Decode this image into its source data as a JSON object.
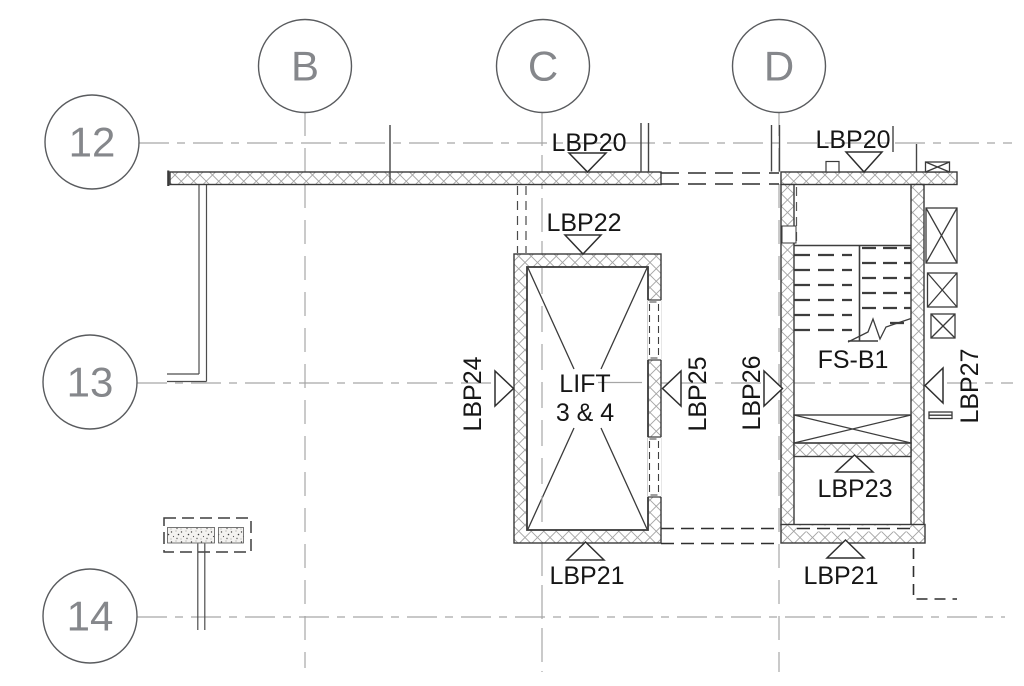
{
  "grid": {
    "columns": [
      {
        "label": "B"
      },
      {
        "label": "C"
      },
      {
        "label": "D"
      }
    ],
    "rows": [
      {
        "label": "12"
      },
      {
        "label": "13"
      },
      {
        "label": "14"
      }
    ]
  },
  "rooms": {
    "lift": {
      "label_line1": "LIFT",
      "label_line2": "3 & 4"
    },
    "stair": {
      "label": "FS-B1"
    }
  },
  "markers": {
    "lbp20_c": {
      "label": "LBP20",
      "direction": "down"
    },
    "lbp20_d": {
      "label": "LBP20",
      "direction": "down"
    },
    "lbp22": {
      "label": "LBP22",
      "direction": "down"
    },
    "lbp24": {
      "label": "LBP24",
      "direction": "right"
    },
    "lbp25": {
      "label": "LBP25",
      "direction": "left"
    },
    "lbp26": {
      "label": "LBP26",
      "direction": "right"
    },
    "lbp27": {
      "label": "LBP27",
      "direction": "left"
    },
    "lbp23": {
      "label": "LBP23",
      "direction": "up"
    },
    "lbp21_c": {
      "label": "LBP21",
      "direction": "up"
    },
    "lbp21_d": {
      "label": "LBP21",
      "direction": "up"
    }
  },
  "colors": {
    "background": "#ffffff",
    "grid_line": "#a6a6a6",
    "bubble_stroke": "#595b5e",
    "bubble_text": "#85878b",
    "wall_outline": "#3a3a3a",
    "hatch": "#a3a3a3",
    "label_text": "#161616"
  }
}
